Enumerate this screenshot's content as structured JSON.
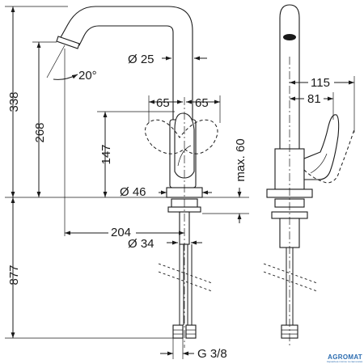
{
  "dimensions": {
    "h_total": "338",
    "h_spout": "268",
    "angle": "20°",
    "spout_dia": "Ø 25",
    "swing_left": "65",
    "swing_right": "65",
    "h_handle": "147",
    "max_height": "max. 60",
    "base_dia": "Ø 46",
    "reach": "204",
    "hole_dia": "Ø 34",
    "hose_len": "877",
    "thread": "G 3/8",
    "handle_reach": "115",
    "handle_axis": "81"
  },
  "watermark": {
    "brand": "AGROMAT",
    "tagline": "Керамічна плитка та сантехніка"
  }
}
